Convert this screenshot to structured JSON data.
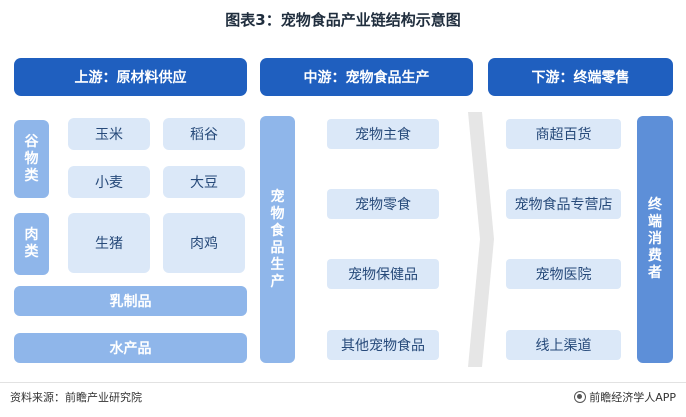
{
  "title": "图表3：宠物食品产业链结构示意图",
  "upstream": {
    "header": "上游：原材料供应",
    "grain": {
      "label": "谷物类",
      "items": [
        "玉米",
        "稻谷",
        "小麦",
        "大豆"
      ]
    },
    "meat": {
      "label": "肉类",
      "items": [
        "生猪",
        "肉鸡"
      ]
    },
    "dairy": "乳制品",
    "aquatic": "水产品"
  },
  "midstream": {
    "header": "中游：宠物食品生产",
    "side_label": "宠物食品生产",
    "items": [
      "宠物主食",
      "宠物零食",
      "宠物保健品",
      "其他宠物食品"
    ]
  },
  "downstream": {
    "header": "下游：终端零售",
    "items": [
      "商超百货",
      "宠物食品专营店",
      "宠物医院",
      "线上渠道"
    ],
    "side_label": "终端消费者"
  },
  "footer": {
    "source": "资料来源：前瞻产业研究院",
    "brand": "前瞻经济学人APP"
  },
  "colors": {
    "header": "#1f5fbf",
    "label": "#8fb6ea",
    "cell": "#dbe8f8",
    "consumer": "#5d8fd8",
    "arrow": "#e6e6e6"
  }
}
